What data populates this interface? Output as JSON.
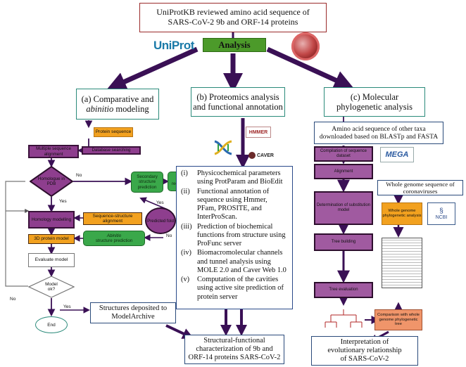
{
  "top_title": [
    "UniProtKB reviewed amino acid sequence of",
    "SARS-CoV-2 9b and ORF-14 proteins"
  ],
  "analysis": "Analysis",
  "uniprot_logo": "UniProt",
  "section_a": {
    "line1": "(a) Comparative and",
    "line2_italic": "abinitio",
    "line2_rest": " modeling"
  },
  "section_b": [
    "(b) Proteomics analysis",
    "and functional annotation"
  ],
  "section_c": [
    "(c) Molecular",
    "phylogenetic analysis"
  ],
  "flow_a": {
    "protein_sequence": "Protein sequence",
    "database_searching": "Database searching",
    "msa": "Multiple sequence alignment",
    "homologue_pdb": "Homologue in PDB",
    "no_label_1": "No",
    "secondary_structure": "Secondary structure prediction",
    "fold_recognition": "Fold recognition",
    "yes_label_1": "Yes",
    "predicted_fold": "Predicted fold",
    "yes_label_2": "Yes",
    "seq_struct_alignment": "Sequence-structure alignment",
    "homology_modelling": "Homology modelling",
    "abinitio_italic": "Abinitio",
    "abinitio_rest": "structure prediction",
    "no_label_2": "No",
    "model_3d": "3D protein model",
    "evaluate_model": "Evaluate model",
    "model_ok": "Model ok?",
    "no_label_3": "No",
    "yes_label_3": "Yes",
    "end": "End",
    "structures_deposited": [
      "Structures deposited to",
      "ModelArchive"
    ]
  },
  "tools_b": {
    "hmmer_logo": "HMMER",
    "caver_logo": "CAVER"
  },
  "list_b": [
    {
      "num": "(i)",
      "text": "Physicochemical parameters using ProtParam and BioEdit"
    },
    {
      "num": "(ii)",
      "text": "Functional annotation of sequence using Hmmer, PFam, PROSITE, and InterProScan."
    },
    {
      "num": "(iii)",
      "text": "Prediction of biochemical functions from structure using ProFunc server"
    },
    {
      "num": "(iv)",
      "text": "Biomacromolecular channels and tunnel analysis using MOLE 2.0 and Caver Web 1.0"
    },
    {
      "num": "(v)",
      "text": "Computation of the cavities using active site prediction of protein server"
    }
  ],
  "output_b": [
    "Structural-functional",
    "characterization of 9b and",
    "ORF-14 proteins SARS-CoV-2"
  ],
  "flow_c": {
    "other_taxa": [
      "Amino acid sequence of other taxa",
      "downloaded based on BLASTp and FASTA"
    ],
    "mega_logo": "MEGA",
    "compilation": "Compilation of sequence dataset",
    "alignment": "Alignment",
    "substitution": "Determination of substitution model",
    "tree_building": "Tree building",
    "tree_evaluation": "Tree evaluation",
    "whole_genome_seq": [
      "Whole genome sequence of",
      "coronaviruses"
    ],
    "ncbi_logo": "NCBI",
    "whole_genome_analysis": "Whole genome phylogenetic analysis",
    "comparison": "Comparison with whole genome phylogenetic tree",
    "interpretation": [
      "Interpretation of",
      "evolutionary relationship",
      "of SARS-CoV-2"
    ]
  },
  "colors": {
    "arrow": "#3a1055",
    "orange": "#f2a11f",
    "purple": "#8e3e8e",
    "green": "#3aa84a",
    "analysis_green": "#4c9a2a",
    "comparison_orange": "#f0956a"
  }
}
